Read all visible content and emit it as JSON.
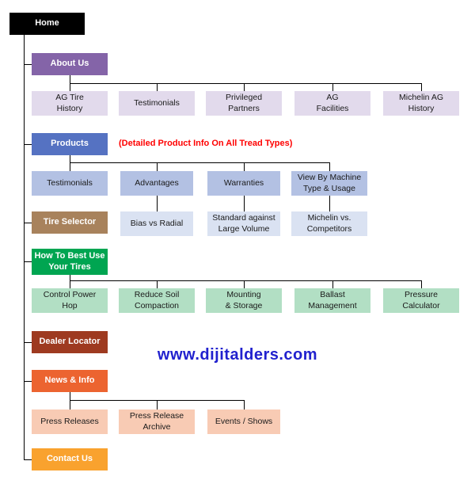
{
  "watermark": "www.dijitalders.com",
  "colors": {
    "home_bg": "#000000",
    "about_bg": "#8464A8",
    "about_child_bg": "#E2DAEC",
    "products_bg": "#5572C2",
    "products_child_bg": "#B3C1E3",
    "products_subchild_bg": "#DAE2F2",
    "note_color": "#FF0000",
    "tire_selector_bg": "#A8825C",
    "howto_bg": "#00A551",
    "howto_child_bg": "#B2DFC4",
    "dealer_bg": "#9E3A20",
    "news_bg": "#EC6430",
    "news_child_bg": "#F8CBB4",
    "contact_bg": "#F9A22E",
    "watermark_color": "#2121CE",
    "line_color": "#000000"
  },
  "home": {
    "label": "Home"
  },
  "about": {
    "label": "About Us",
    "children": [
      "AG Tire\nHistory",
      "Testimonials",
      "Privileged\nPartners",
      "AG\nFacilities",
      "Michelin AG\nHistory"
    ]
  },
  "products": {
    "label": "Products",
    "note": "(Detailed Product Info On All Tread Types)",
    "children": [
      "Testimonials",
      "Advantages",
      "Warranties",
      "View By Machine\nType & Usage"
    ],
    "subchildren": [
      "Bias vs Radial",
      "Standard against\nLarge Volume",
      "Michelin vs.\nCompetitors"
    ]
  },
  "tire_selector": {
    "label": "Tire Selector"
  },
  "howto": {
    "label": "How To Best Use\nYour Tires",
    "children": [
      "Control Power\nHop",
      "Reduce Soil\nCompaction",
      "Mounting\n& Storage",
      "Ballast\nManagement",
      "Pressure\nCalculator"
    ]
  },
  "dealer": {
    "label": "Dealer Locator"
  },
  "news": {
    "label": "News & Info",
    "children": [
      "Press Releases",
      "Press Release\nArchive",
      "Events / Shows"
    ]
  },
  "contact": {
    "label": "Contact Us"
  }
}
